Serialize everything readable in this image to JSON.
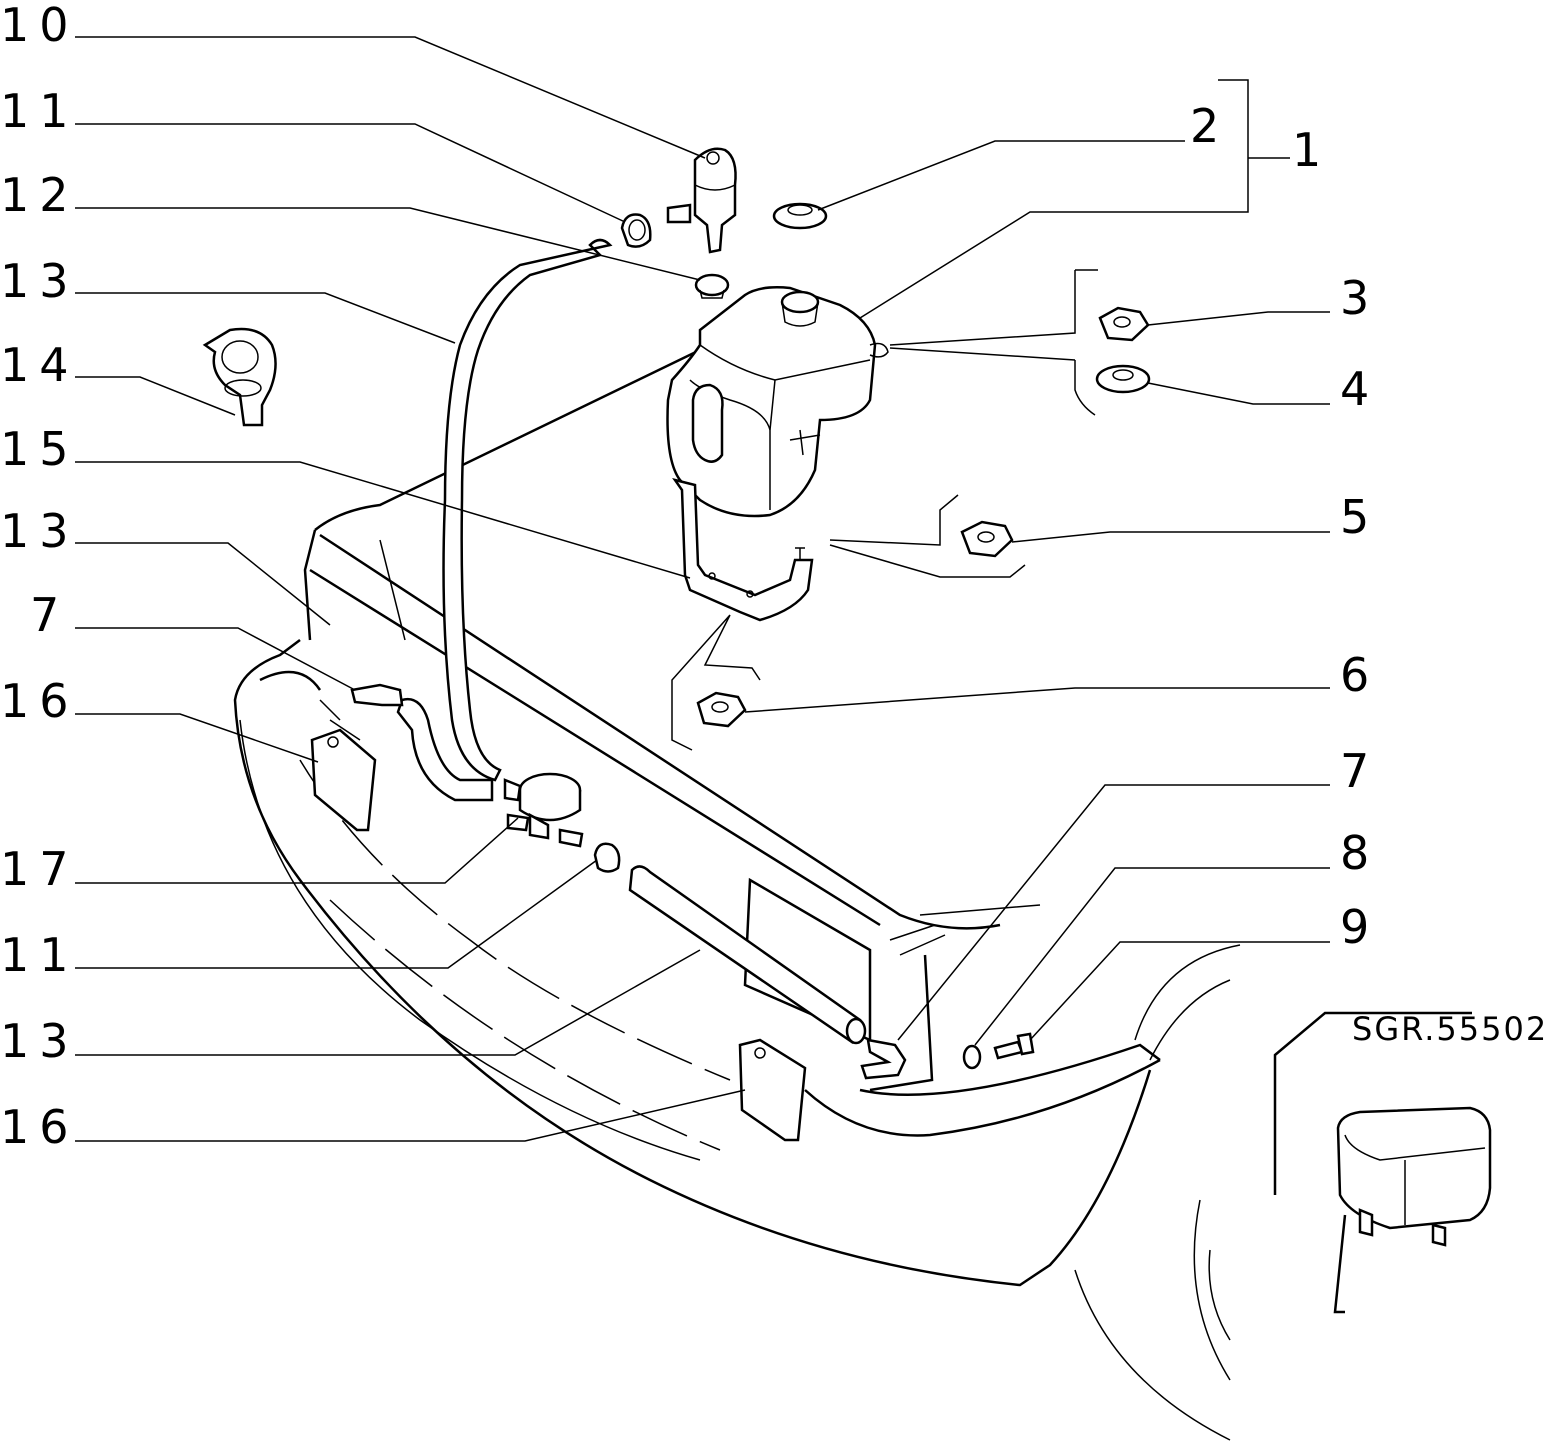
{
  "diagram": {
    "reference_code": "SGR.55502",
    "colors": {
      "line": "#000000",
      "background": "#ffffff"
    },
    "callouts_left": [
      {
        "id": "10",
        "label": "10"
      },
      {
        "id": "11a",
        "label": "11"
      },
      {
        "id": "12",
        "label": "12"
      },
      {
        "id": "13a",
        "label": "13"
      },
      {
        "id": "14",
        "label": "14"
      },
      {
        "id": "15",
        "label": "15"
      },
      {
        "id": "13b",
        "label": "13"
      },
      {
        "id": "7a",
        "label": "7"
      },
      {
        "id": "16a",
        "label": "16"
      },
      {
        "id": "17",
        "label": "17"
      },
      {
        "id": "11b",
        "label": "11"
      },
      {
        "id": "13c",
        "label": "13"
      },
      {
        "id": "16b",
        "label": "16"
      }
    ],
    "callouts_right": [
      {
        "id": "1",
        "label": "1"
      },
      {
        "id": "2",
        "label": "2"
      },
      {
        "id": "3",
        "label": "3"
      },
      {
        "id": "4",
        "label": "4"
      },
      {
        "id": "5",
        "label": "5"
      },
      {
        "id": "6",
        "label": "6"
      },
      {
        "id": "7b",
        "label": "7"
      },
      {
        "id": "8",
        "label": "8"
      },
      {
        "id": "9",
        "label": "9"
      }
    ]
  }
}
